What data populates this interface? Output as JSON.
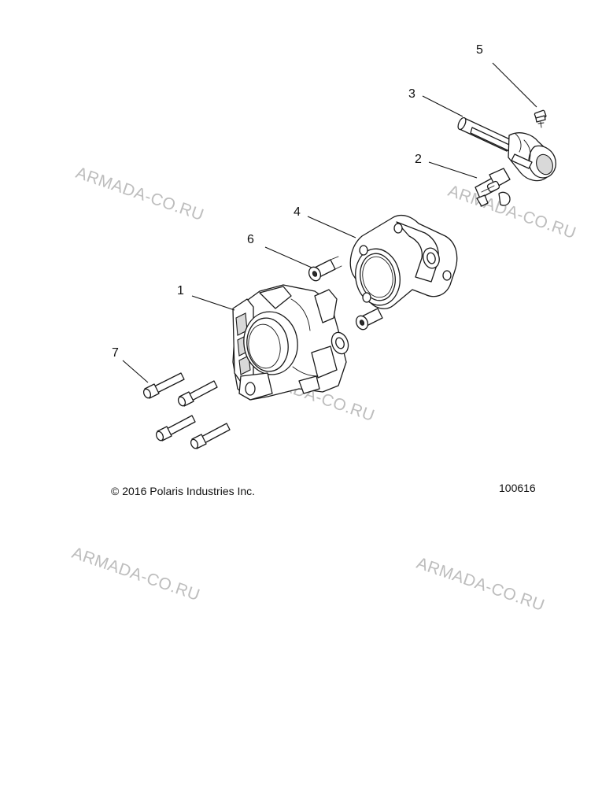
{
  "callouts": [
    {
      "number": "1"
    },
    {
      "number": "2"
    },
    {
      "number": "3"
    },
    {
      "number": "4"
    },
    {
      "number": "5"
    },
    {
      "number": "6"
    },
    {
      "number": "7"
    }
  ],
  "watermark_text": "ARMADA-CO.RU",
  "footer": {
    "copyright": "© 2016 Polaris Industries Inc.",
    "drawing_number": "100616"
  }
}
